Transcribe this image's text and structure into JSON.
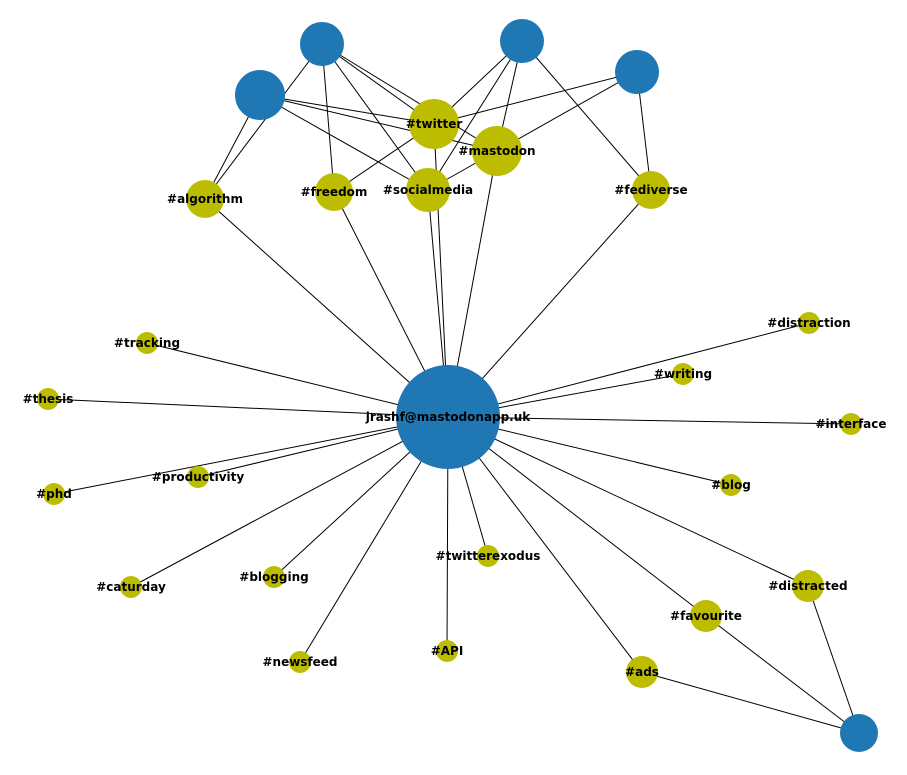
{
  "colors": {
    "user": "#1f77b4",
    "hashtag": "#bcbd00",
    "edge": "#000000"
  },
  "nodes": [
    {
      "id": "center",
      "type": "user",
      "label": "jrashf@mastodonapp.uk"
    },
    {
      "id": "u1",
      "type": "user",
      "label": ""
    },
    {
      "id": "u2",
      "type": "user",
      "label": ""
    },
    {
      "id": "u3",
      "type": "user",
      "label": ""
    },
    {
      "id": "u4",
      "type": "user",
      "label": ""
    },
    {
      "id": "u5",
      "type": "user",
      "label": ""
    },
    {
      "id": "twitter",
      "type": "hashtag",
      "label": "#twitter"
    },
    {
      "id": "mastodon",
      "type": "hashtag",
      "label": "#mastodon"
    },
    {
      "id": "socialmedia",
      "type": "hashtag",
      "label": "#socialmedia"
    },
    {
      "id": "freedom",
      "type": "hashtag",
      "label": "#freedom"
    },
    {
      "id": "algorithm",
      "type": "hashtag",
      "label": "#algorithm"
    },
    {
      "id": "fediverse",
      "type": "hashtag",
      "label": "#fediverse"
    },
    {
      "id": "tracking",
      "type": "hashtag",
      "label": "#tracking"
    },
    {
      "id": "thesis",
      "type": "hashtag",
      "label": "#thesis"
    },
    {
      "id": "phd",
      "type": "hashtag",
      "label": "#phd"
    },
    {
      "id": "productivity",
      "type": "hashtag",
      "label": "#productivity"
    },
    {
      "id": "caturday",
      "type": "hashtag",
      "label": "#caturday"
    },
    {
      "id": "blogging",
      "type": "hashtag",
      "label": "#blogging"
    },
    {
      "id": "newsfeed",
      "type": "hashtag",
      "label": "#newsfeed"
    },
    {
      "id": "API",
      "type": "hashtag",
      "label": "#API"
    },
    {
      "id": "twitterexodus",
      "type": "hashtag",
      "label": "#twitterexodus"
    },
    {
      "id": "ads",
      "type": "hashtag",
      "label": "#ads"
    },
    {
      "id": "favourite",
      "type": "hashtag",
      "label": "#favourite"
    },
    {
      "id": "distracted",
      "type": "hashtag",
      "label": "#distracted"
    },
    {
      "id": "blog",
      "type": "hashtag",
      "label": "#blog"
    },
    {
      "id": "interface",
      "type": "hashtag",
      "label": "#interface"
    },
    {
      "id": "writing",
      "type": "hashtag",
      "label": "#writing"
    },
    {
      "id": "distraction",
      "type": "hashtag",
      "label": "#distraction"
    }
  ],
  "edges": [
    [
      "u1",
      "twitter"
    ],
    [
      "u1",
      "mastodon"
    ],
    [
      "u1",
      "socialmedia"
    ],
    [
      "u1",
      "freedom"
    ],
    [
      "u1",
      "algorithm"
    ],
    [
      "u2",
      "twitter"
    ],
    [
      "u2",
      "socialmedia"
    ],
    [
      "u2",
      "algorithm"
    ],
    [
      "u3",
      "twitter"
    ],
    [
      "u3",
      "mastodon"
    ],
    [
      "u3",
      "fediverse"
    ],
    [
      "u4",
      "twitter"
    ],
    [
      "u4",
      "mastodon"
    ],
    [
      "u4",
      "fediverse"
    ],
    [
      "u2",
      "mastodon"
    ],
    [
      "u3",
      "socialmedia"
    ],
    [
      "twitter",
      "freedom"
    ],
    [
      "mastodon",
      "socialmedia"
    ],
    [
      "center",
      "twitter"
    ],
    [
      "center",
      "mastodon"
    ],
    [
      "center",
      "socialmedia"
    ],
    [
      "center",
      "freedom"
    ],
    [
      "center",
      "algorithm"
    ],
    [
      "center",
      "fediverse"
    ],
    [
      "center",
      "tracking"
    ],
    [
      "center",
      "thesis"
    ],
    [
      "center",
      "phd"
    ],
    [
      "center",
      "productivity"
    ],
    [
      "center",
      "caturday"
    ],
    [
      "center",
      "blogging"
    ],
    [
      "center",
      "newsfeed"
    ],
    [
      "center",
      "API"
    ],
    [
      "center",
      "twitterexodus"
    ],
    [
      "center",
      "ads"
    ],
    [
      "center",
      "favourite"
    ],
    [
      "center",
      "distracted"
    ],
    [
      "center",
      "blog"
    ],
    [
      "center",
      "interface"
    ],
    [
      "center",
      "writing"
    ],
    [
      "center",
      "distraction"
    ],
    [
      "u5",
      "ads"
    ],
    [
      "u5",
      "favourite"
    ],
    [
      "u5",
      "distracted"
    ]
  ]
}
